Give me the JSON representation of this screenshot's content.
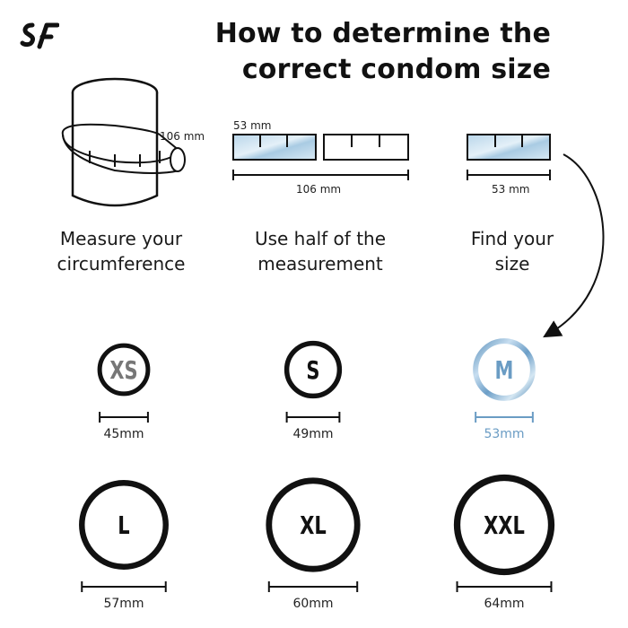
{
  "title": {
    "line1": "How to determine the",
    "line2": "correct condom size"
  },
  "steps": [
    {
      "line1": "Measure your",
      "line2": "circumference",
      "measure": "106 mm"
    },
    {
      "line1": "Use half of the",
      "line2": "measurement",
      "half_label": "53 mm",
      "total_label": "106 mm"
    },
    {
      "line1": "Find your",
      "line2": "size",
      "result_label": "53 mm"
    }
  ],
  "sizes": [
    {
      "name": "XS",
      "width": "45mm",
      "highlight": false
    },
    {
      "name": "S",
      "width": "49mm",
      "highlight": false
    },
    {
      "name": "M",
      "width": "53mm",
      "highlight": true
    },
    {
      "name": "L",
      "width": "57mm",
      "highlight": false
    },
    {
      "name": "XL",
      "width": "60mm",
      "highlight": false
    },
    {
      "name": "XXL",
      "width": "64mm",
      "highlight": false
    }
  ],
  "colors": {
    "ink": "#111111",
    "muted": "#777777",
    "accent": "#6a9cc4",
    "tape_fill": "#cfe3f0"
  },
  "icons": [
    "logo-mark",
    "tape-measure-cylinder-icon",
    "curved-arrow-icon"
  ]
}
